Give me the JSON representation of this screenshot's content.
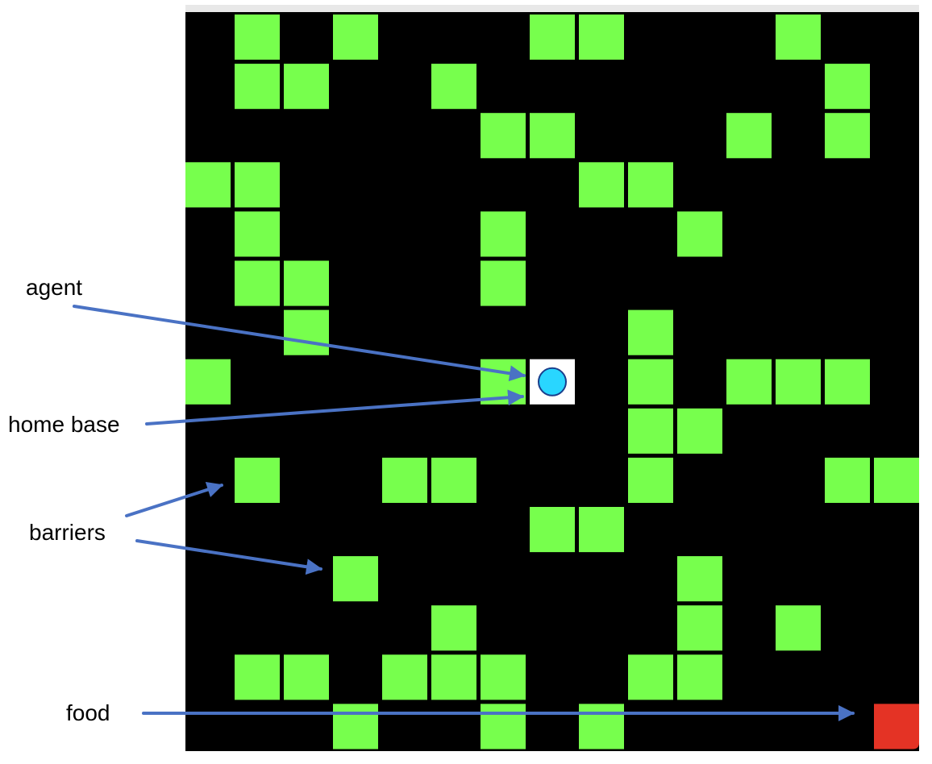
{
  "grid": {
    "columns": 15,
    "rows": 15,
    "background_color": "#000000",
    "barrier_color": "#77FF4D",
    "barriers": [
      [
        0,
        1
      ],
      [
        0,
        3
      ],
      [
        0,
        7
      ],
      [
        0,
        8
      ],
      [
        0,
        12
      ],
      [
        1,
        1
      ],
      [
        1,
        2
      ],
      [
        1,
        5
      ],
      [
        1,
        13
      ],
      [
        2,
        6
      ],
      [
        2,
        7
      ],
      [
        2,
        11
      ],
      [
        2,
        13
      ],
      [
        3,
        0
      ],
      [
        3,
        1
      ],
      [
        3,
        8
      ],
      [
        3,
        9
      ],
      [
        4,
        1
      ],
      [
        4,
        6
      ],
      [
        4,
        10
      ],
      [
        5,
        1
      ],
      [
        5,
        2
      ],
      [
        5,
        6
      ],
      [
        6,
        2
      ],
      [
        6,
        9
      ],
      [
        7,
        0
      ],
      [
        7,
        6
      ],
      [
        7,
        9
      ],
      [
        7,
        11
      ],
      [
        7,
        12
      ],
      [
        7,
        13
      ],
      [
        8,
        9
      ],
      [
        8,
        10
      ],
      [
        9,
        1
      ],
      [
        9,
        4
      ],
      [
        9,
        5
      ],
      [
        9,
        9
      ],
      [
        9,
        13
      ],
      [
        9,
        14
      ],
      [
        10,
        7
      ],
      [
        10,
        8
      ],
      [
        11,
        3
      ],
      [
        11,
        10
      ],
      [
        12,
        5
      ],
      [
        12,
        10
      ],
      [
        12,
        12
      ],
      [
        13,
        1
      ],
      [
        13,
        2
      ],
      [
        13,
        4
      ],
      [
        13,
        5
      ],
      [
        13,
        6
      ],
      [
        13,
        9
      ],
      [
        13,
        10
      ],
      [
        14,
        3
      ],
      [
        14,
        6
      ],
      [
        14,
        8
      ]
    ],
    "home_base": {
      "row": 7,
      "col": 7,
      "color": "#FFFFFF"
    },
    "agent": {
      "row": 7,
      "col": 7,
      "color": "#29D6FF",
      "outline_color": "#1A3E8C"
    },
    "food": {
      "row": 14,
      "col": 14,
      "color": "#E43325"
    }
  },
  "arrow_color": "#4A72C4",
  "annotations": {
    "agent": "agent",
    "home_base": "home base",
    "barriers": "barriers",
    "food": "food"
  }
}
